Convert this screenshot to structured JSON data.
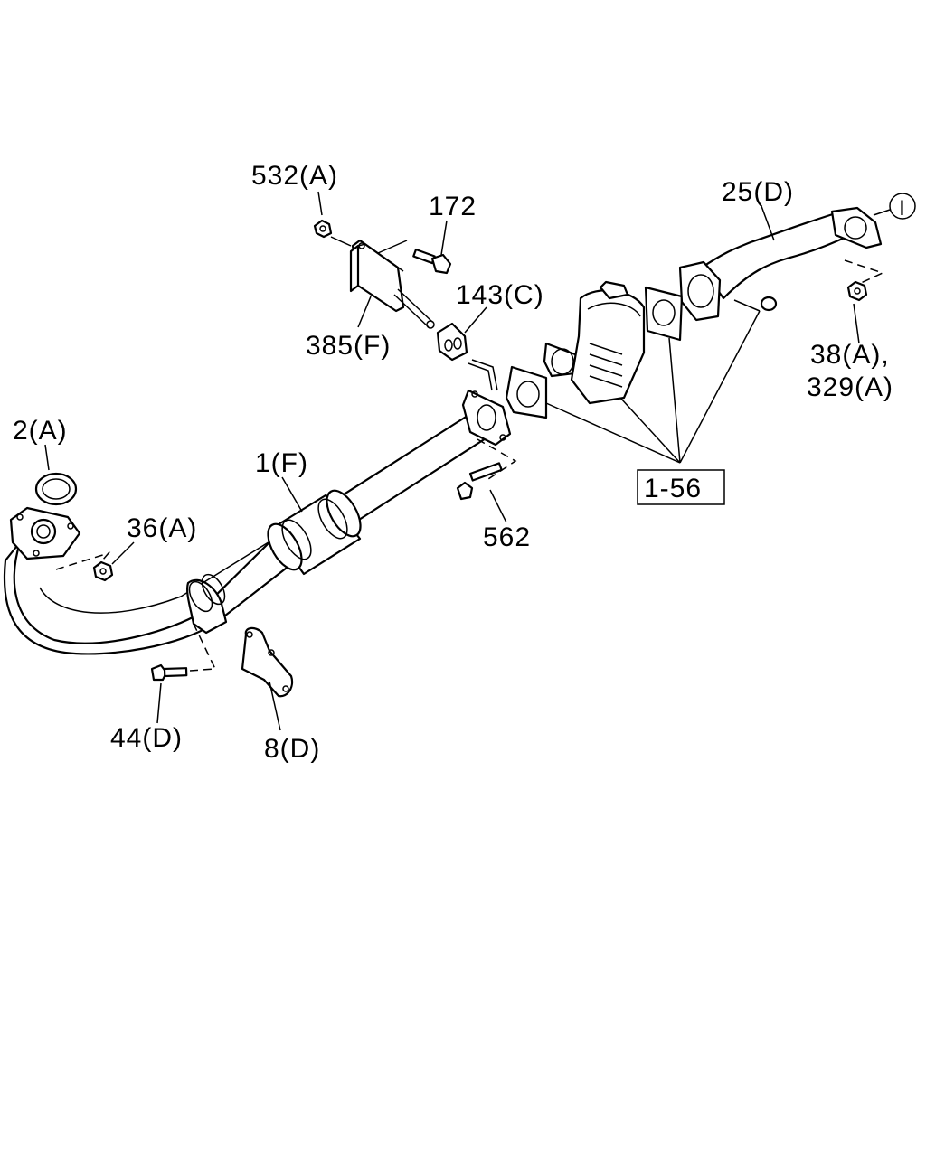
{
  "labels": {
    "p532": "532(A)",
    "p172": "172",
    "p385": "385(F)",
    "p143": "143(C)",
    "p25": "25(D)",
    "ref_circle": "I",
    "p38": "38(A),",
    "p329": "329(A)",
    "p2": "2(A)",
    "p1": "1(F)",
    "p36": "36(A)",
    "p562": "562",
    "p156": "1-56",
    "p44": "44(D)",
    "p8": "8(D)"
  }
}
